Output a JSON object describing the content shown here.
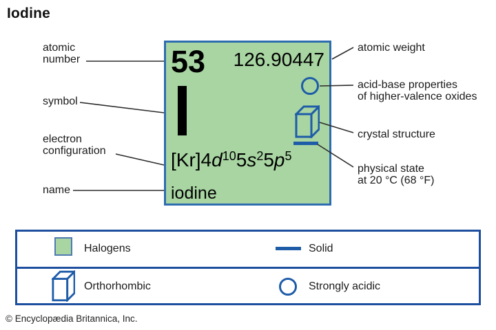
{
  "page": {
    "title": "Iodine",
    "copyright": "© Encyclopædia Britannica, Inc."
  },
  "element_card": {
    "atomic_number": "53",
    "atomic_weight": "126.90447",
    "symbol": "I",
    "name": "iodine",
    "electron_configuration": {
      "text": "[Kr]4d105s25p5",
      "parts": [
        {
          "t": "[Kr]4"
        },
        {
          "t": "d",
          "italic": true
        },
        {
          "t": "10",
          "sup": true
        },
        {
          "t": "5"
        },
        {
          "t": "s",
          "italic": true
        },
        {
          "t": "2",
          "sup": true
        },
        {
          "t": "5"
        },
        {
          "t": "p",
          "italic": true
        },
        {
          "t": "5",
          "sup": true
        }
      ]
    }
  },
  "callouts": {
    "left": [
      {
        "id": "atomic-number",
        "line1": "atomic",
        "line2": "number"
      },
      {
        "id": "symbol",
        "line1": "symbol",
        "line2": ""
      },
      {
        "id": "electron-configuration",
        "line1": "electron",
        "line2": "configuration"
      },
      {
        "id": "name",
        "line1": "name",
        "line2": ""
      }
    ],
    "right": [
      {
        "id": "atomic-weight",
        "line1": "atomic weight",
        "line2": ""
      },
      {
        "id": "acid-base",
        "line1": "acid-base properties",
        "line2": "of higher-valence oxides"
      },
      {
        "id": "crystal-structure",
        "line1": "crystal structure",
        "line2": ""
      },
      {
        "id": "physical-state",
        "line1": "physical state",
        "line2": "at 20 °C (68 °F)"
      }
    ]
  },
  "legend": {
    "halogens_label": "Halogens",
    "solid_label": "Solid",
    "orthorhombic_label": "Orthorhombic",
    "strongly_acidic_label": "Strongly acidic"
  },
  "colors": {
    "halogen_green": "#a8d5a2",
    "icon_blue": "#1e5ca8",
    "card_border_blue": "#2e6cb0",
    "legend_border_blue": "#1d4f9e"
  }
}
